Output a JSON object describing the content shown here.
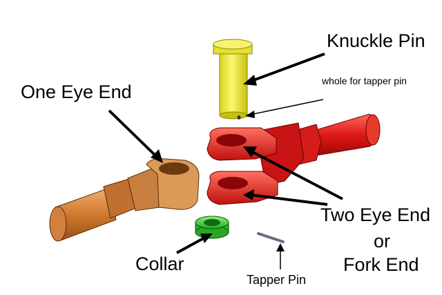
{
  "labels": {
    "knuckle_pin": "Knuckle Pin",
    "hole_for_taper_pin": "whole for tapper pin",
    "one_eye_end": "One Eye End",
    "two_eye_end_line1": "Two Eye End",
    "two_eye_end_line2": "or",
    "two_eye_end_line3": "Fork End",
    "collar": "Collar",
    "taper_pin": "Tapper Pin"
  },
  "colors": {
    "pin": "#f2ee3a",
    "fork": "#e8282a",
    "eye": "#d98a4a",
    "collar": "#3fd63c",
    "taper_pin": "#6a6a8a"
  }
}
